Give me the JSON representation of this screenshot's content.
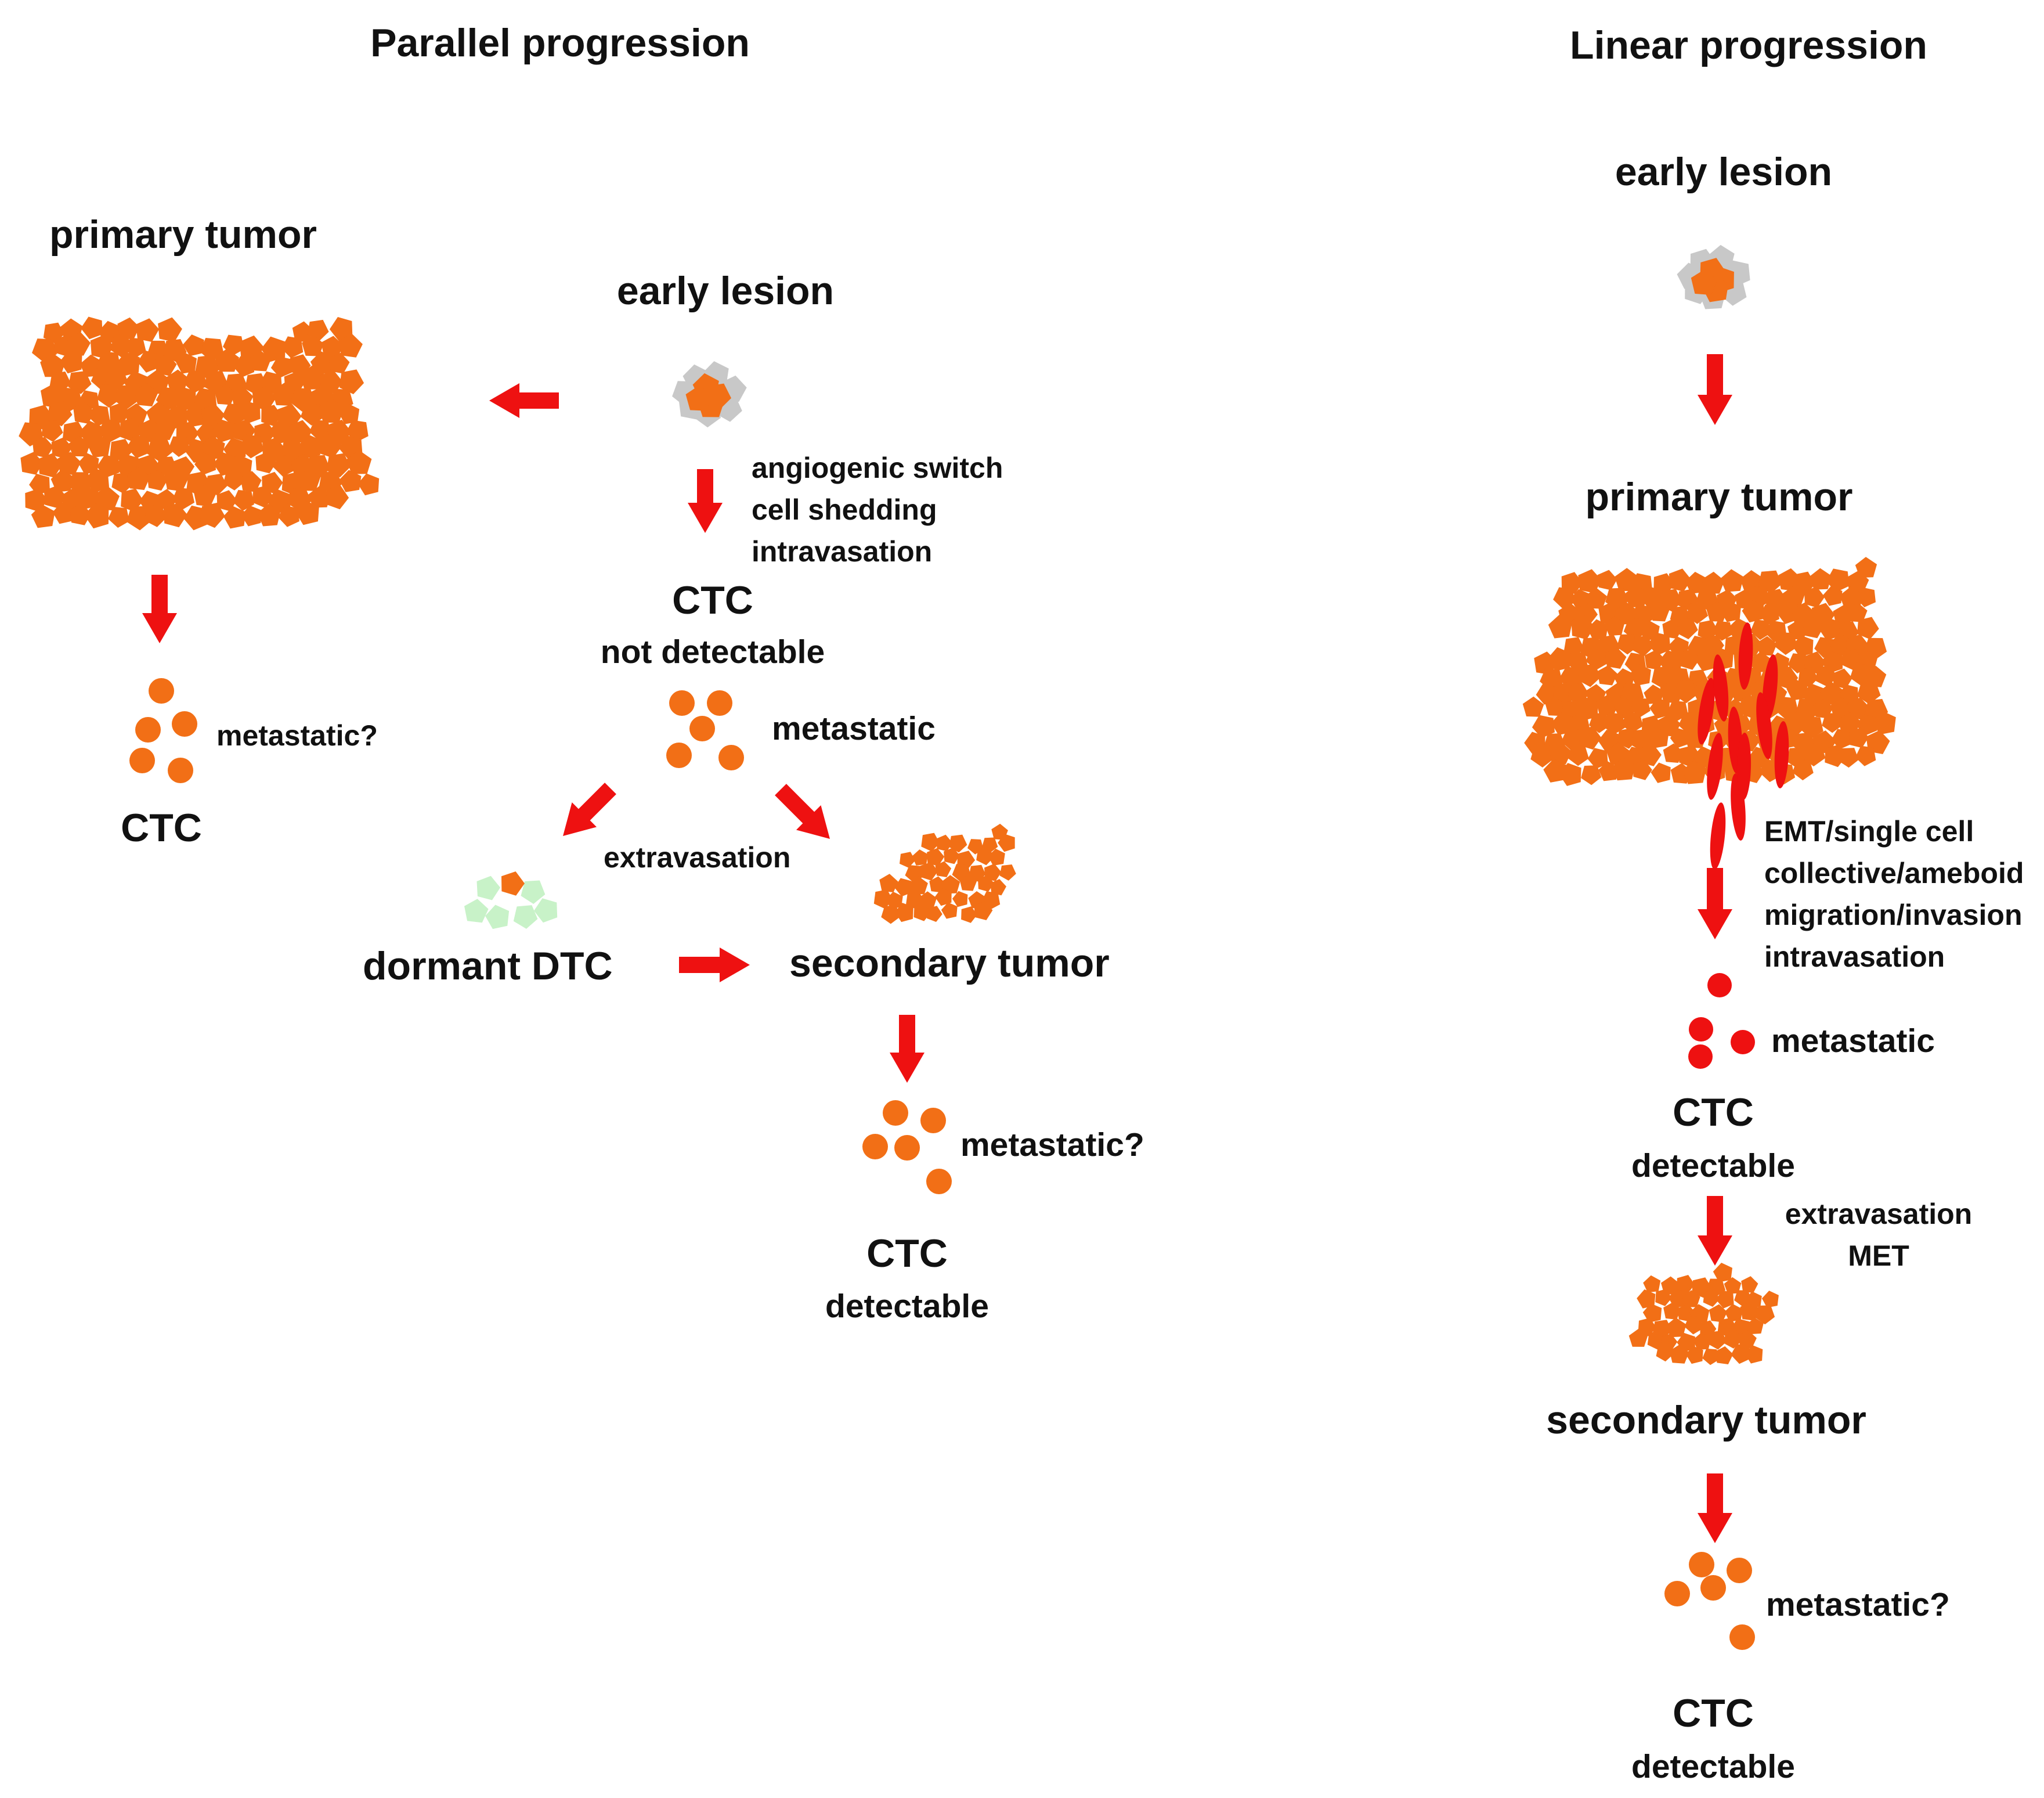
{
  "colors": {
    "tumor": "#f26f16",
    "normal_cell": "#c8c8c8",
    "dormant_cell": "#c8f2c8",
    "emt_cell": "#ee1111",
    "arrow": "#ee1111"
  },
  "parallel": {
    "heading": "Parallel progression",
    "primary_tumor": "primary tumor",
    "early_lesion": "early lesion",
    "steps": [
      "angiogenic switch",
      "cell shedding",
      "intravasation"
    ],
    "ctc_left_status": "metastatic?",
    "ctc_left_label": "CTC",
    "ctc_mid_label": "CTC",
    "ctc_mid_detect": "not detectable",
    "ctc_mid_status": "metastatic",
    "extravasation": "extravasation",
    "dormant": "dormant DTC",
    "secondary_tumor": "secondary tumor",
    "ctc_bottom_status": "metastatic?",
    "ctc_bottom_label": "CTC",
    "ctc_bottom_detect": "detectable"
  },
  "linear": {
    "heading": "Linear progression",
    "early_lesion": "early lesion",
    "primary_tumor": "primary tumor",
    "steps": [
      "EMT/single cell",
      "collective/ameboid",
      "migration/invasion",
      "intravasation"
    ],
    "ctc_status": "metastatic",
    "ctc_label": "CTC",
    "ctc_detect": "detectable",
    "extravasation_steps": [
      "extravasation",
      "MET"
    ],
    "secondary_tumor": "secondary tumor",
    "ctc_bottom_status": "metastatic?",
    "ctc_bottom_label": "CTC",
    "ctc_bottom_detect": "detectable"
  }
}
